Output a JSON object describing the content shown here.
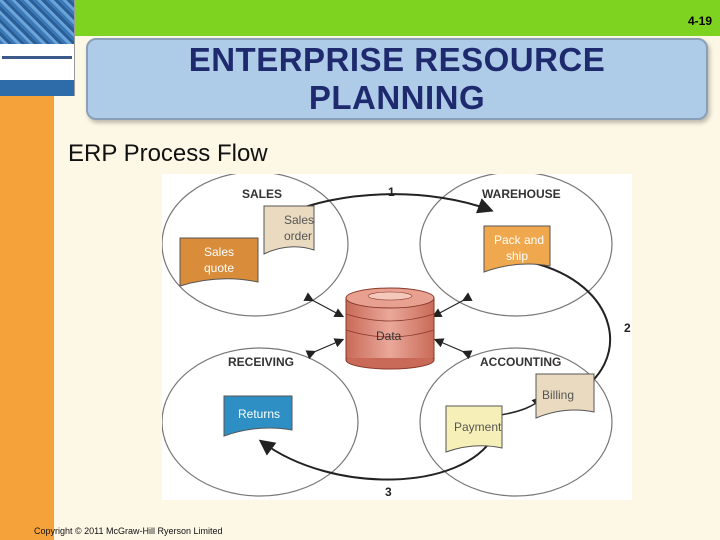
{
  "slide_number": "4-19",
  "title": {
    "line1": "ENTERPRISE RESOURCE",
    "line2": "PLANNING"
  },
  "subtitle": "ERP Process Flow",
  "diagram": {
    "quadrants": {
      "sales": "SALES",
      "warehouse": "WAREHOUSE",
      "receiving": "RECEIVING",
      "accounting": "ACCOUNTING"
    },
    "documents": {
      "sales_order": [
        "Sales",
        "order"
      ],
      "sales_quote": [
        "Sales",
        "quote"
      ],
      "pack_and_ship": [
        "Pack and",
        "ship"
      ],
      "billing": "Billing",
      "payment": "Payment",
      "returns": "Returns"
    },
    "center": "Data",
    "steps": [
      "1",
      "2",
      "3"
    ]
  },
  "copyright": "Copyright © 2011 McGraw-Hill Ryerson Limited",
  "colors": {
    "accent_orange": "#f5a23a",
    "accent_green": "#7ed321",
    "title_text": "#1f2a6e",
    "title_box": "#aecbe8"
  }
}
